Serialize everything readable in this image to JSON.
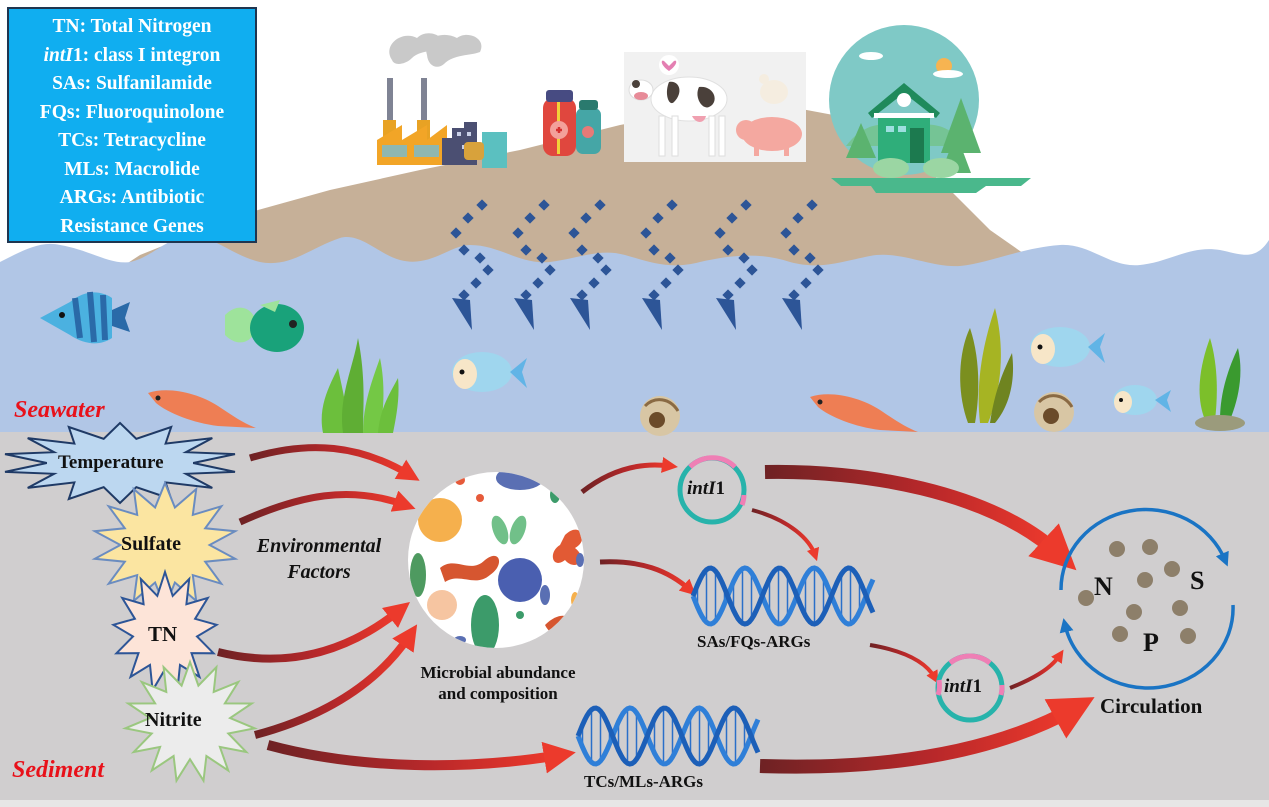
{
  "legend": {
    "items": [
      {
        "abbr": "TN",
        "italic_part": "",
        "rest": "TN: Total Nitrogen"
      },
      {
        "abbr": "intI1",
        "italic_part": "intI",
        "rest": "1: class I integron"
      },
      {
        "abbr": "SAs",
        "italic_part": "",
        "rest": "SAs: Sulfanilamide"
      },
      {
        "abbr": "FQs",
        "italic_part": "",
        "rest": "FQs: Fluoroquinolone"
      },
      {
        "abbr": "TCs",
        "italic_part": "",
        "rest": "TCs: Tetracycline"
      },
      {
        "abbr": "MLs",
        "italic_part": "",
        "rest": "MLs: Macrolide"
      },
      {
        "abbr": "ARGs",
        "italic_part": "",
        "rest": "ARGs: Antibiotic"
      },
      {
        "abbr": "",
        "italic_part": "",
        "rest": "Resistance Genes"
      }
    ]
  },
  "zones": {
    "seawater": "Seawater",
    "sediment": "Sediment"
  },
  "sources": {
    "items": [
      "factory-icon",
      "medicine-bottles-icon",
      "livestock-icon",
      "house-icon"
    ]
  },
  "factors": {
    "title_line1": "Environmental",
    "title_line2": "Factors",
    "items": [
      "Temperature",
      "Sulfate",
      "TN",
      "Nitrite"
    ]
  },
  "microbes": {
    "label_line1": "Microbial abundance",
    "label_line2": "and composition"
  },
  "integron": {
    "italic": "intI",
    "suffix": "1"
  },
  "genes": {
    "sas_fqs": "SAs/FQs-ARGs",
    "tcs_mls": "TCs/MLs-ARGs"
  },
  "cycle": {
    "elements": [
      "N",
      "S",
      "P"
    ],
    "label": "Circulation"
  },
  "colors": {
    "legend_bg": "#10aef0",
    "land": "#c6b098",
    "water": "#b1c6e6",
    "sediment_bg": "#d0cecf",
    "flow_arrow": "#2d5597",
    "red_arrow": "#e3302a",
    "zone_label": "#e8111a",
    "cycle_arrow": "#1a74c4",
    "particle": "#8d7f6a"
  }
}
